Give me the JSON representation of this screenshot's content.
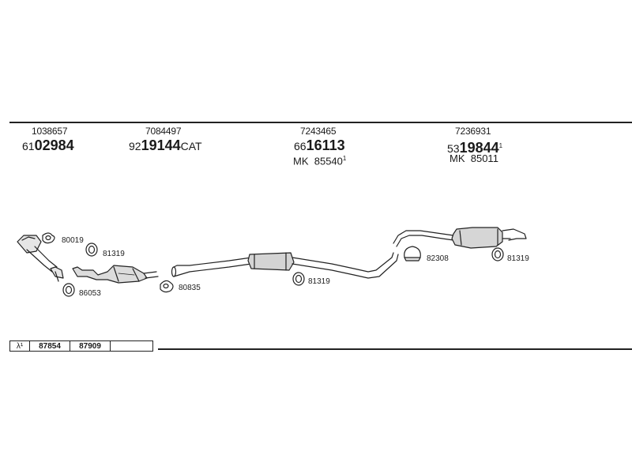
{
  "columns": [
    {
      "ref": "1038657",
      "prefix": "61",
      "code": "02984",
      "suffix": "",
      "alt_prefix": "",
      "alt_code": "",
      "mark": ""
    },
    {
      "ref": "7084497",
      "prefix": "92",
      "code": "19144",
      "suffix": "CAT",
      "alt_prefix": "",
      "alt_code": "",
      "mark": ""
    },
    {
      "ref": "7243465",
      "prefix": "66",
      "code": "16113",
      "suffix": "",
      "alt_prefix": "MK",
      "alt_code": "85540",
      "mark": "1"
    },
    {
      "ref": "7236931",
      "prefix": "53",
      "code": "19844",
      "suffix": "",
      "sup": "1",
      "alt_prefix": "MK",
      "alt_code": "85011",
      "mark": ""
    }
  ],
  "parts": {
    "gasket_1": "80019",
    "ring_1": "81319",
    "ring_2": "86053",
    "gasket_2": "80835",
    "ring_3": "81319",
    "clamp": "82308",
    "ring_4": "81319"
  },
  "lambda": {
    "symbol": "λ¹",
    "codes": [
      "87854",
      "87909"
    ]
  }
}
